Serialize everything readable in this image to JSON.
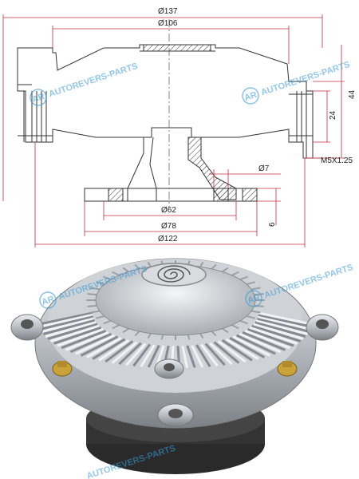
{
  "drawing": {
    "dimensions": {
      "d137": "Ø137",
      "d106": "Ø106",
      "d7": "Ø7",
      "d62": "Ø62",
      "d78": "Ø78",
      "d122": "Ø122",
      "h24": "24",
      "h44": "44",
      "h6": "6",
      "thread": "M5X1.25"
    }
  },
  "watermark": {
    "text": "AUTOREVERS-PARTS",
    "logo": "AR"
  },
  "colors": {
    "drawing_line": "#333333",
    "dimension_line": "#c03040",
    "watermark": "#3a9bd8"
  }
}
